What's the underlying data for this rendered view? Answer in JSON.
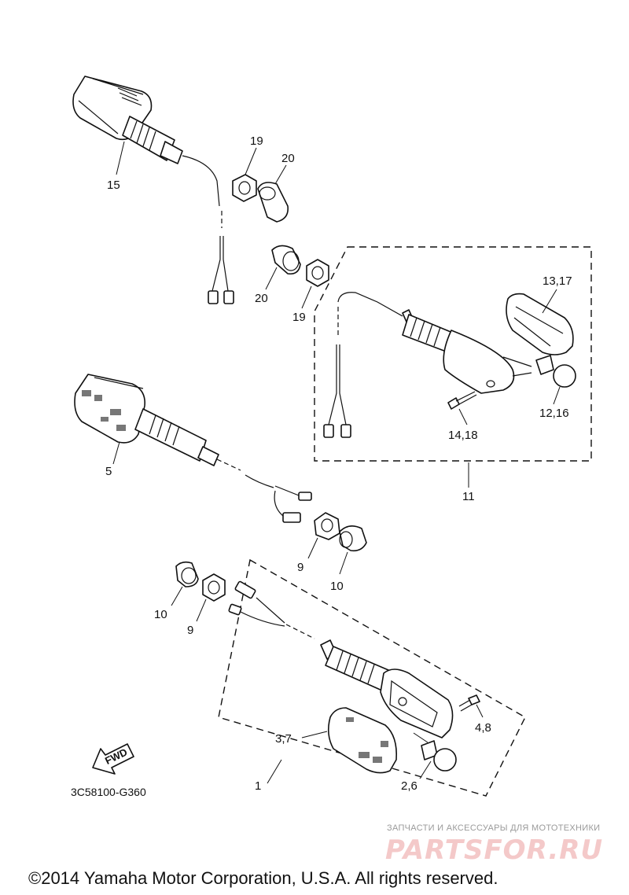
{
  "labels": {
    "l15": "15",
    "l19a": "19",
    "l20a": "20",
    "l20b": "20",
    "l19b": "19",
    "l13_17": "13,17",
    "l12_16": "12,16",
    "l14_18": "14,18",
    "l11": "11",
    "l5": "5",
    "l9a": "9",
    "l10a": "10",
    "l10b": "10",
    "l9b": "9",
    "l4_8": "4,8",
    "l3_7": "3,7",
    "l2_6": "2,6",
    "l1": "1"
  },
  "fwd_label": "FWD",
  "diagram_code": "3C58100-G360",
  "watermark": {
    "tagline": "ЗАПЧАСТИ И АКСЕССУАРЫ ДЛЯ МОТОТЕХНИКИ",
    "logo": "PARTSFOR.RU"
  },
  "copyright": "©2014 Yamaha Motor Corporation, U.S.A. All rights reserved."
}
